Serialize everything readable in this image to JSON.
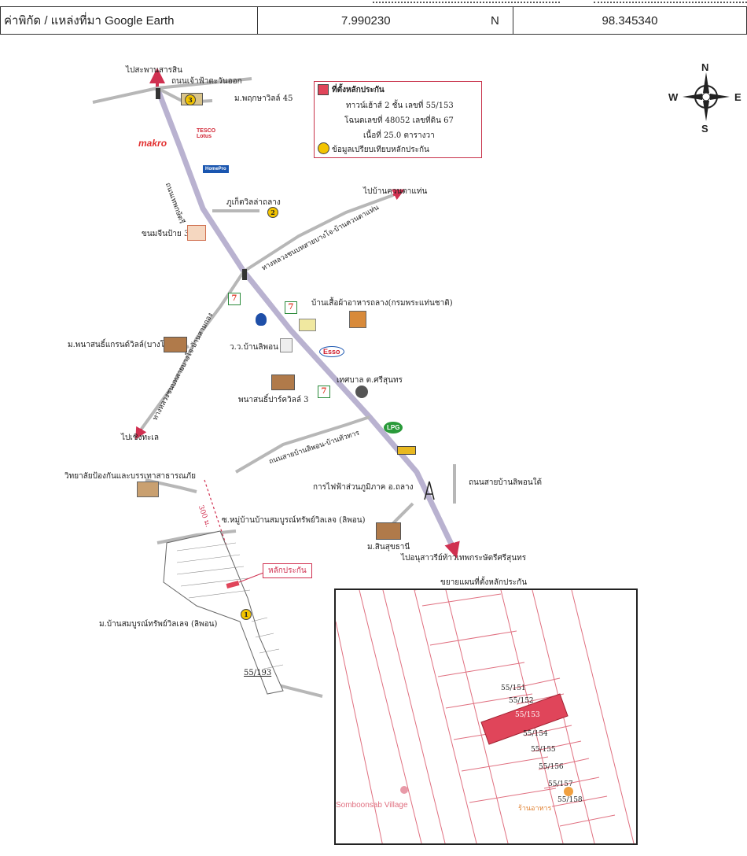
{
  "header": {
    "coord_label": "ค่าพิกัด / แหล่งที่มา Google Earth",
    "latitude": "7.990230",
    "lat_dir": "N",
    "longitude": "98.345340"
  },
  "compass": {
    "n": "N",
    "s": "S",
    "e": "E",
    "w": "W"
  },
  "legend": {
    "title": "ที่ตั้งหลักประกัน",
    "line1": "ทาวน์เฮ้าส์ 2 ชั้น เลขที่ 55/153",
    "line2": "โฉนดเลขที่ 48052 เลขที่ดิน 67",
    "line3": "เนื้อที่ 25.0 ตารางวา",
    "line4": "ข้อมูลเปรียบเทียบหลักประกัน",
    "marker_color": "#e0455a",
    "circle_color": "#f3c400"
  },
  "map": {
    "to_saphan_sarasin": "ไปสะพานสารสิน",
    "road_thepkrasattri_north": "ถนนเทพกษัตรี",
    "thanon_name_top": "ถนนเจ้าฟ้าตะวันออก",
    "village_pruksa": "ม.พฤกษาวิลล์ 45",
    "tesco": "TESCO Lotus",
    "makro": "makro",
    "homepro": "HomePro",
    "phuket_villa": "ภูเก็ตวิลล่าถลาง",
    "khanomchin": "ขนมจีนป้าย 3",
    "to_ban_khuan": "ไปบ้านควนตาแท่น",
    "road_bang_jo": "ทางหลวงชนบทสายบางโจ-บ้านควนตาแท่น",
    "road_bang_jo_2": "ทางหลวงชนบทสายบางโจ-บ้านสามกอง",
    "ban_suea": "บ้านเสื้อผ้าอาหารถลาง(กรมพระแท่นชาติ)",
    "village_grand": "ม.พนาสนธิ์แกรนด์วิลล์(บางโจ)",
    "wat_ban_lipon": "ว.ว.บ้านลิพอน",
    "esso": "Esso",
    "tesaban": "เทศบาล ต.ศรีสุนทร",
    "village_park": "พนาสนธิ์ปาร์ควิลล์ 3",
    "to_choeng_thale": "ไปเชิงทะเล",
    "road_lipon": "ถนนสายบ้านลิพอน-บ้านทัวทาร",
    "lpg": "LPG",
    "college": "วิทยาลัยป้องกันและบรรเทาสาธารณภัย",
    "pea": "การไฟฟ้าส่วนภูมิภาค อ.ถลาง",
    "road_lipon_south": "ถนนสายบ้านลิพอนใต้",
    "distance": "300 ม.",
    "village_entrance": "ซ.หมู่บ้านบ้านสมบูรณ์ทรัพย์วิลเลจ (ลิพอน)",
    "village_sinsuk": "ม.สินสุขธานี",
    "to_monument": "ไปอนุสาวรีย์ท้าวเทพกระษัตรีศรีสุนทร",
    "collateral_tag": "หลักประกัน",
    "village_somboon": "ม.บ้านสมบูรณ์ทรัพย์วิลเลจ (ลิพอน)",
    "plot_193": "55/193",
    "num_3": "3",
    "num_2": "2",
    "num_1": "1",
    "seven_eleven": "7"
  },
  "inset": {
    "title": "ขยายแผนที่ตั้งหลักประกัน",
    "plots": [
      "55/151",
      "55/152",
      "55/153",
      "55/154",
      "55/155",
      "55/156",
      "55/157",
      "55/158"
    ],
    "place_somboon": "Somboonsab Village",
    "place_food": "ร้านอาหาร"
  }
}
